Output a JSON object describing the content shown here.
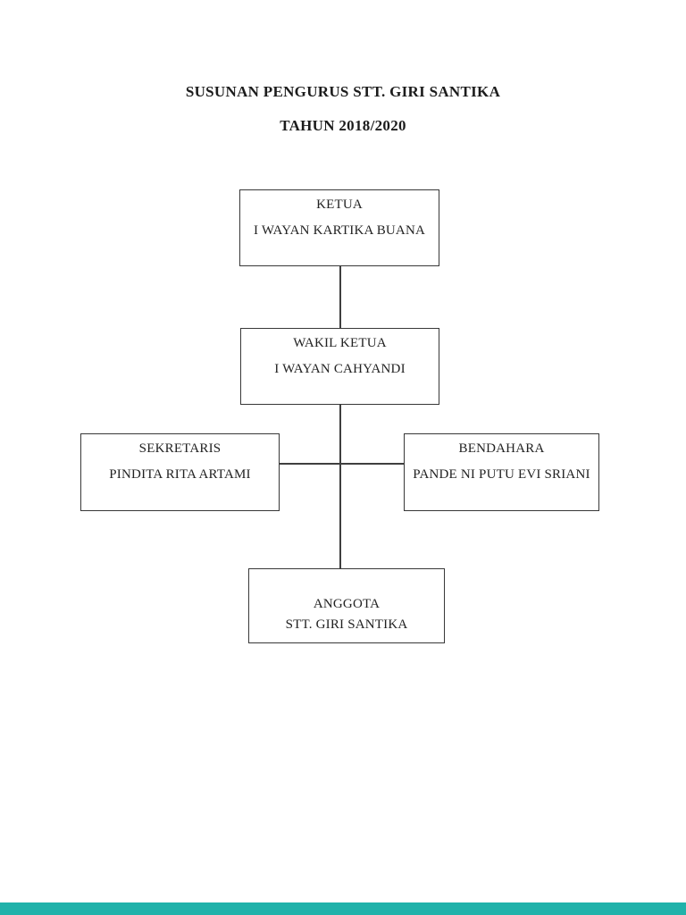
{
  "document": {
    "title_line1": "SUSUNAN PENGURUS STT. GIRI SANTIKA",
    "title_line2": "TAHUN 2018/2020"
  },
  "org_chart": {
    "type": "organization-diagram",
    "nodes": [
      {
        "id": "ketua",
        "role": "KETUA",
        "name": "I WAYAN KARTIKA BUANA",
        "reports_to": null
      },
      {
        "id": "wakil-ketua",
        "role": "WAKIL KETUA",
        "name": "I WAYAN CAHYANDI",
        "reports_to": "ketua"
      },
      {
        "id": "sekretaris",
        "role": "SEKRETARIS",
        "name": "PINDITA RITA ARTAMI",
        "reports_to": "wakil-ketua"
      },
      {
        "id": "bendahara",
        "role": "BENDAHARA",
        "name": "PANDE NI PUTU EVI SRIANI",
        "reports_to": "wakil-ketua"
      },
      {
        "id": "anggota",
        "role": "ANGGOTA",
        "name": "STT. GIRI SANTIKA",
        "reports_to": "wakil-ketua"
      }
    ]
  },
  "colors": {
    "page_background": "#ffffff",
    "box_border": "#383838",
    "connector_line": "#3f3f3f",
    "text": "#1c1c1c",
    "bottom_bar": "#20B2AA"
  }
}
